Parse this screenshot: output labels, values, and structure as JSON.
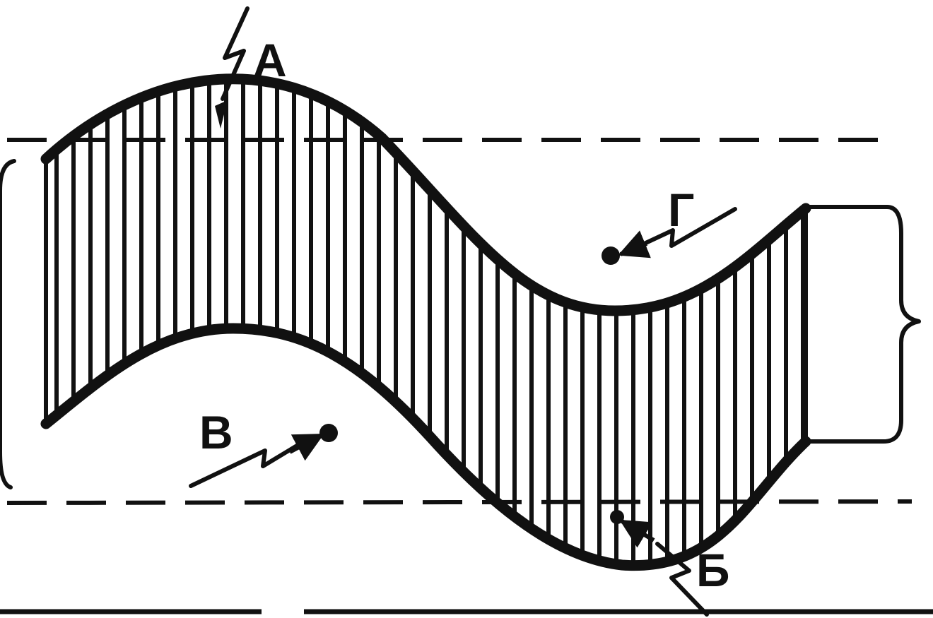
{
  "labels": {
    "a": "А",
    "b": "Б",
    "v": "В",
    "g": "Г"
  },
  "colors": {
    "ink": "#111111",
    "background": "#ffffff"
  }
}
